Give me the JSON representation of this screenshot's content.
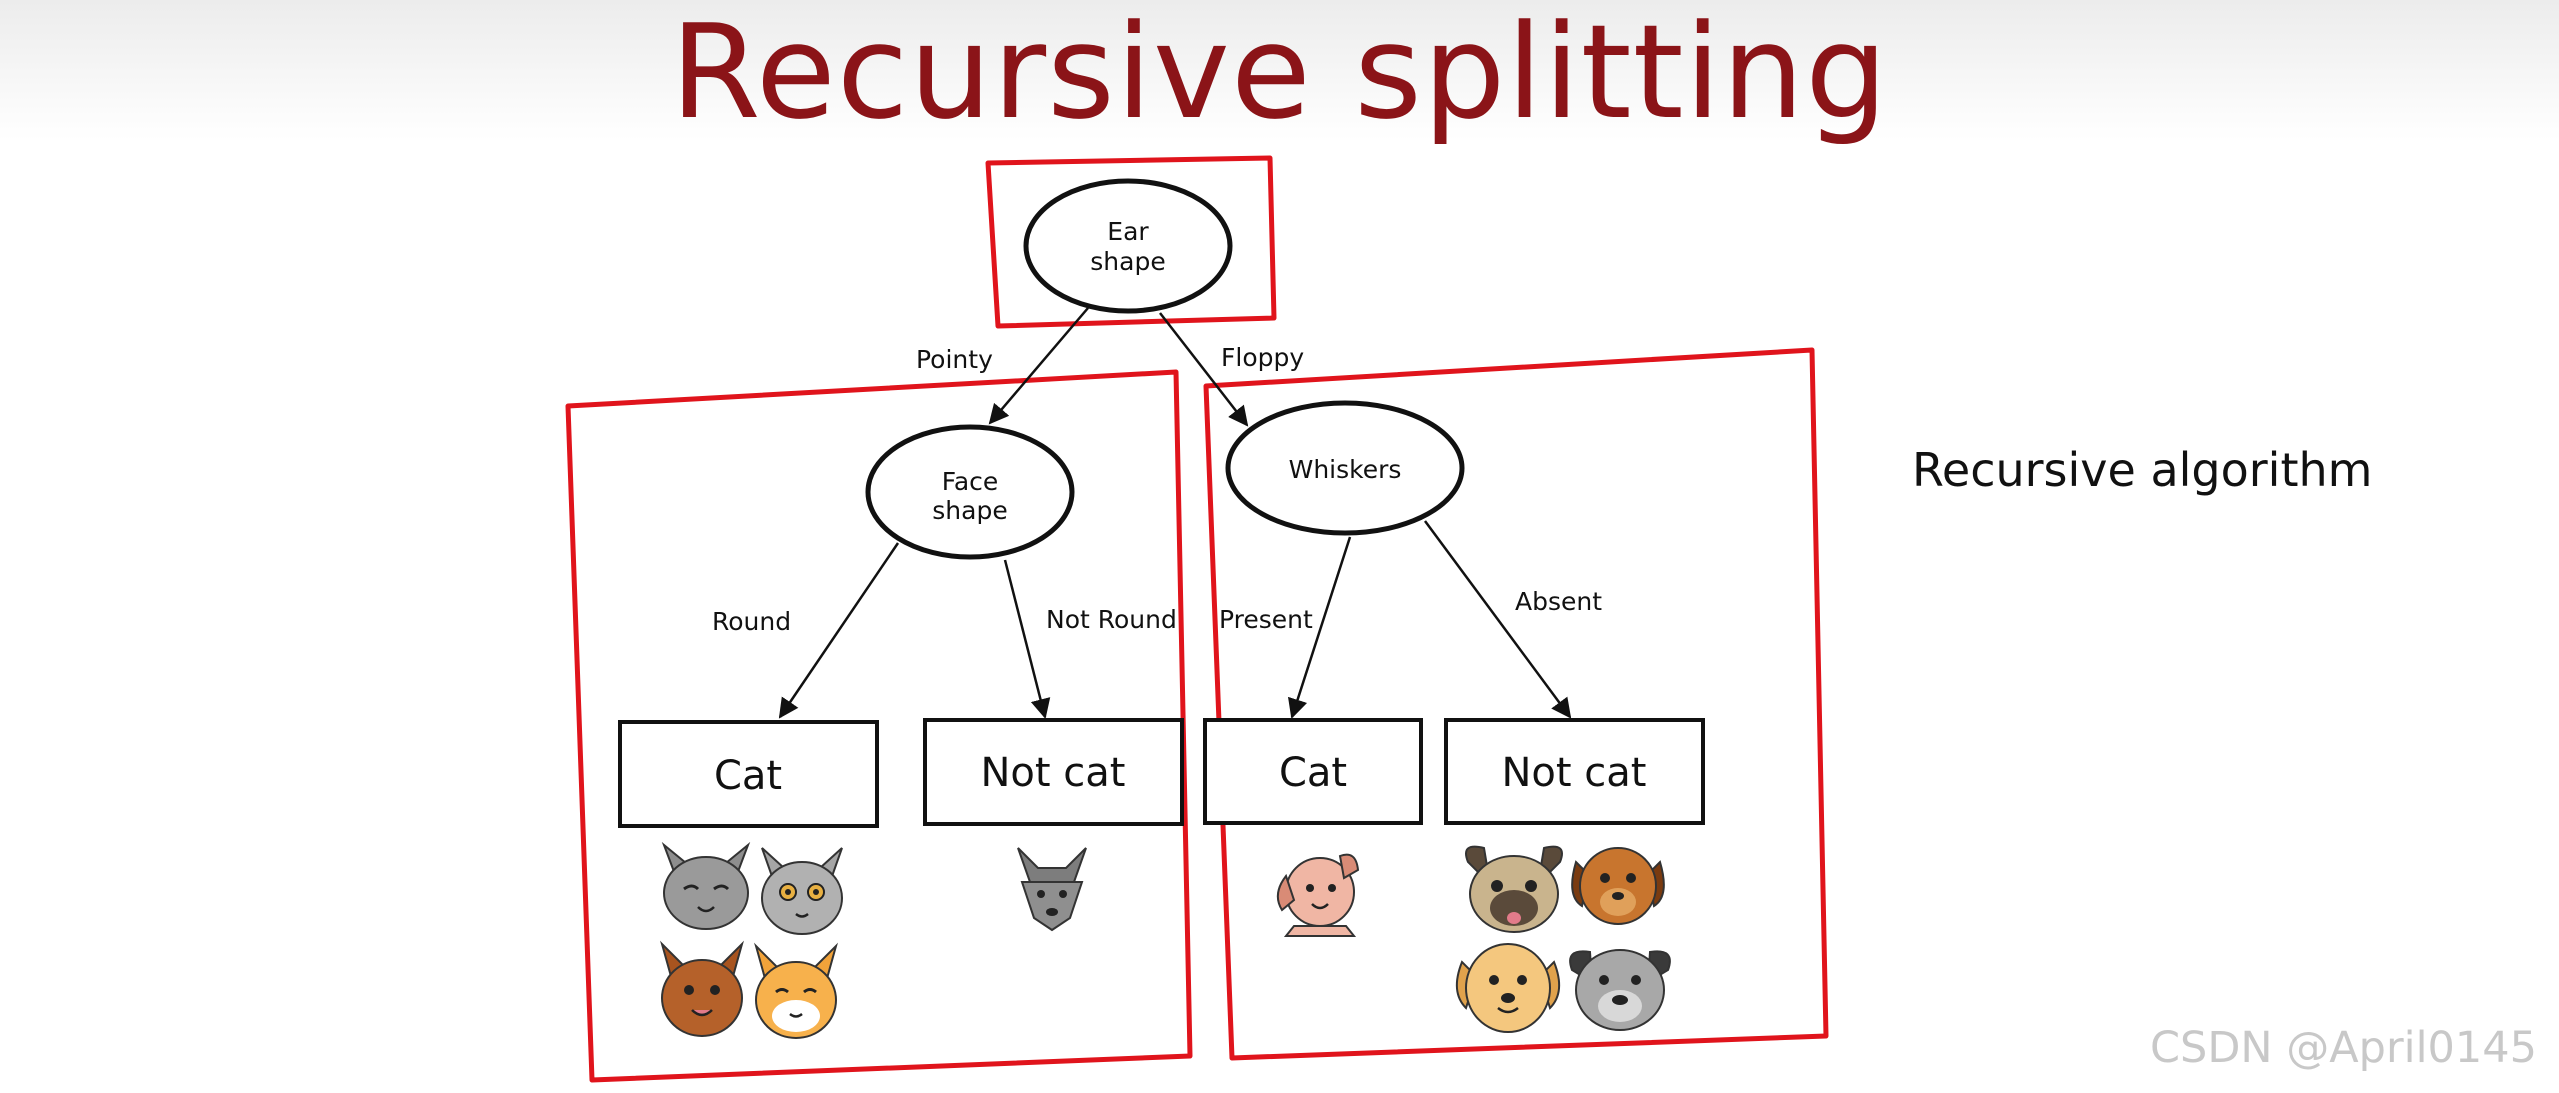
{
  "title": "Recursive splitting",
  "side_label": "Recursive algorithm",
  "watermark": "CSDN @April0145",
  "colors": {
    "title": "#8b1418",
    "highlight": "#e0141c",
    "ink": "#111111"
  },
  "nodes": {
    "root": {
      "line1": "Ear",
      "line2": "shape"
    },
    "face": {
      "line1": "Face",
      "line2": "shape"
    },
    "whiskers": {
      "label": "Whiskers"
    }
  },
  "edges": {
    "pointy": "Pointy",
    "floppy": "Floppy",
    "round": "Round",
    "not_round": "Not Round",
    "present": "Present",
    "absent": "Absent"
  },
  "leaves": {
    "cat_left": "Cat",
    "not_cat_left": "Not cat",
    "cat_right": "Cat",
    "not_cat_right": "Not cat"
  },
  "animals": {
    "cat_left": [
      "gray-cat-icon",
      "gray-cat-icon",
      "brown-cat-icon",
      "orange-cat-icon"
    ],
    "not_cat_left": [
      "gray-dog-icon"
    ],
    "cat_right": [
      "pink-dog-icon"
    ],
    "not_cat_right": [
      "pug-dog-icon",
      "brown-dog-icon",
      "tan-dog-icon",
      "gray-dog-icon"
    ]
  }
}
